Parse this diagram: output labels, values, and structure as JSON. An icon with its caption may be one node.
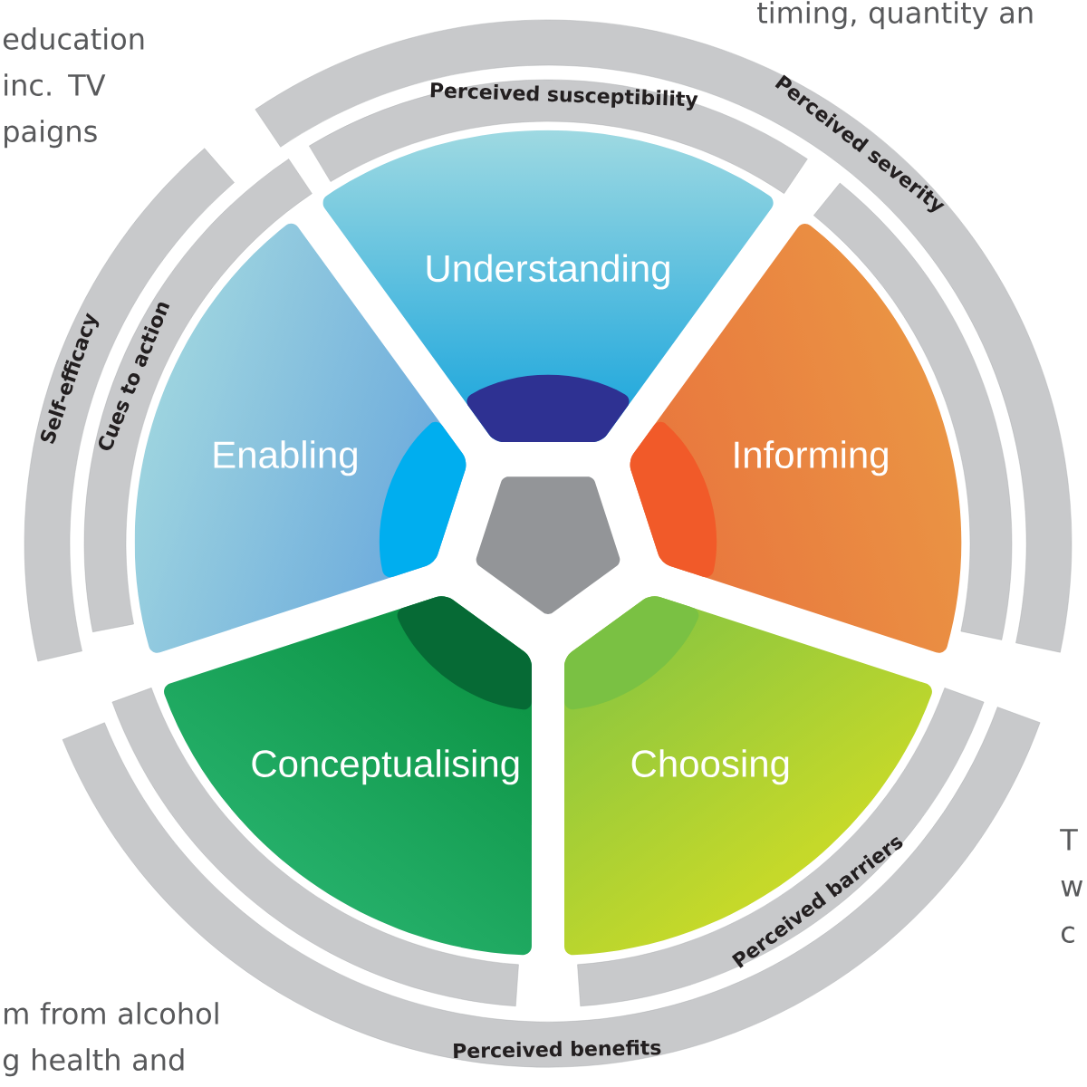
{
  "diagram": {
    "nodes": [
      {
        "text": [
          "Perceived severity"
        ]
      },
      {
        "text": [
          "Perceived susceptibility"
        ]
      },
      {
        "text": [
          "Self-efficacy"
        ]
      },
      {
        "text": [
          "Cues to action"
        ]
      },
      {
        "text": [
          "Understanding"
        ]
      },
      {
        "text": [
          "Enabling"
        ]
      },
      {
        "text": [
          "Informing"
        ]
      },
      {
        "text": [],
        "shape": "band"
      },
      {
        "text": [],
        "shape": "pentagon"
      },
      {
        "text": [
          "Conceptualising"
        ]
      },
      {
        "text": [
          "Choosing"
        ]
      },
      {
        "text": [],
        "shape": "band"
      },
      {
        "text": [
          "Perceived barriers"
        ]
      },
      {
        "text": [
          "Perceived benefits"
        ]
      }
    ],
    "labels": [
      "timing, quantity an",
      "education inc. TV paigns",
      "T w c",
      "m from alcohol g health and"
    ]
  }
}
